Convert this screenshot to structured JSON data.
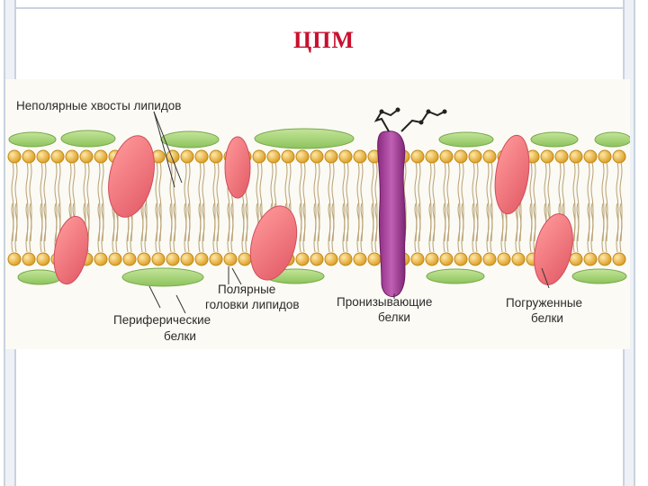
{
  "slide": {
    "title": "ЦПМ"
  },
  "diagram": {
    "labels": {
      "nonpolar_tails": "Неполярные хвосты липидов",
      "polar_heads_1": "Полярные",
      "polar_heads_2": "головки липидов",
      "peripheral_1": "Периферические",
      "peripheral_2": "белки",
      "transmembrane_1": "Пронизывающие",
      "transmembrane_2": "белки",
      "embedded_1": "Погруженные",
      "embedded_2": "белки"
    },
    "colors": {
      "title": "#c8102e",
      "lipid_head": "#e8b23a",
      "lipid_tail": "#b8a173",
      "peripheral_protein": "#a5d276",
      "embedded_protein": "#f07a7a",
      "transmembrane_protein": "#a13e96",
      "background": "#fbfaf4"
    }
  }
}
